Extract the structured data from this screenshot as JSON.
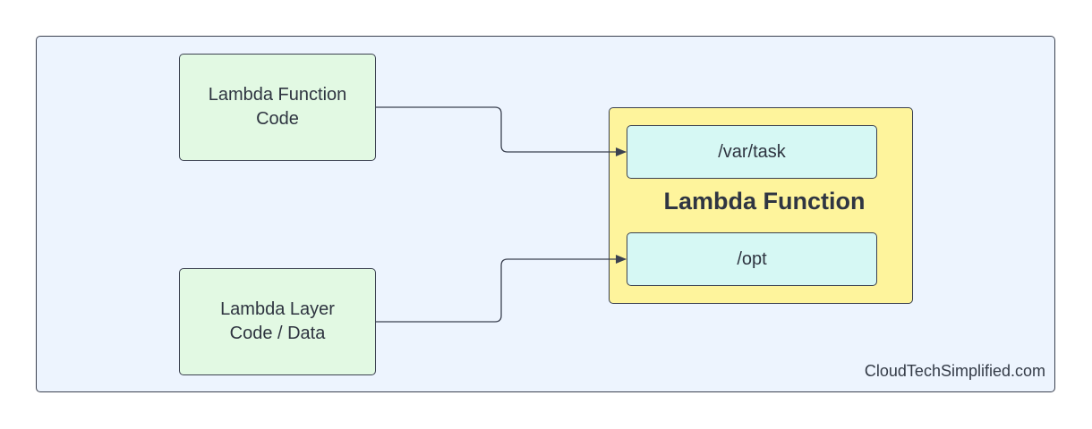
{
  "diagram": {
    "nodes": {
      "function_code": "Lambda Function\nCode",
      "layer_code": "Lambda Layer\nCode / Data",
      "var_task": "/var/task",
      "opt": "/opt",
      "lambda_function": "Lambda Function"
    },
    "edges": [
      {
        "from": "function_code",
        "to": "var_task"
      },
      {
        "from": "layer_code",
        "to": "opt"
      }
    ],
    "watermark": "CloudTechSimplified.com",
    "colors": {
      "background_panel": "#edf4fe",
      "source_box": "#e2f9e3",
      "function_box": "#fef49c",
      "path_box": "#d6f8f4",
      "stroke": "#3b4150"
    }
  }
}
